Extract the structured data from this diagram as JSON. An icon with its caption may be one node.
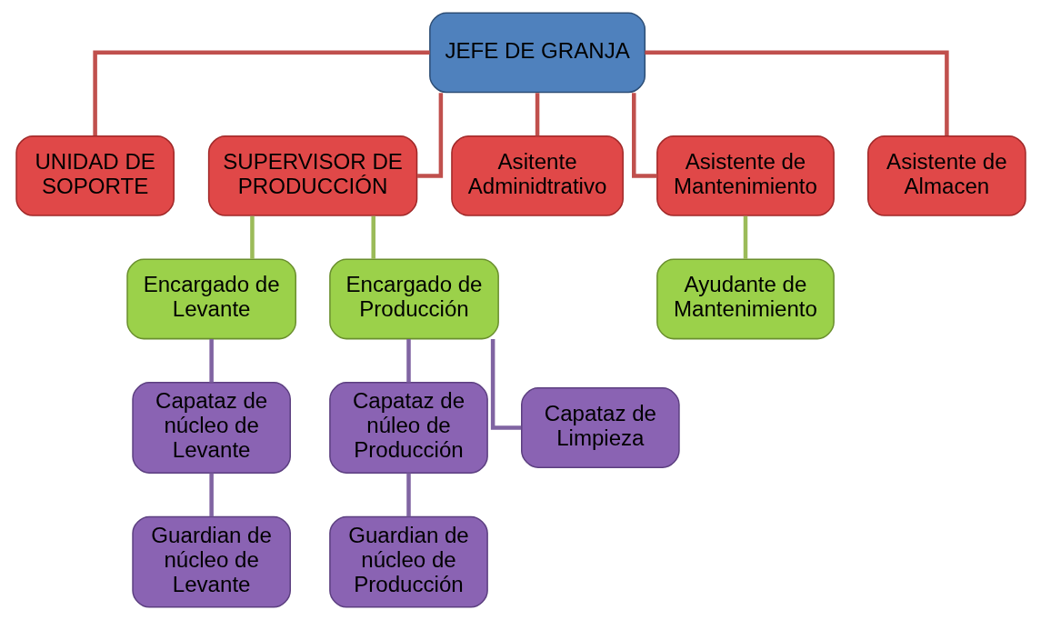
{
  "diagram": {
    "nodes": [
      {
        "text": [
          "JEFE DE GRANJA"
        ]
      },
      {
        "text": [
          "UNIDAD DE SOPORTE"
        ]
      },
      {
        "text": [
          "SUPERVISOR DE PRODUCCIÓN"
        ]
      },
      {
        "text": [
          "Asitente Adminidtrativo"
        ]
      },
      {
        "text": [
          "Asistente de Mantenimiento"
        ]
      },
      {
        "text": [
          "Asistente de Almacen"
        ]
      },
      {
        "text": [
          "Encargado de Levante"
        ]
      },
      {
        "text": [
          "Encargado de Producción"
        ]
      },
      {
        "text": [
          "Ayudante de Mantenimiento"
        ]
      },
      {
        "text": [
          "Capataz de núcleo de Levante"
        ]
      },
      {
        "text": [
          "Capataz de núleo de Producción"
        ]
      },
      {
        "text": [
          "Capataz de Limpieza"
        ]
      },
      {
        "text": [
          "Guardian de núcleo de Levante"
        ]
      },
      {
        "text": [
          "Guardian de núcleo de Producción"
        ]
      }
    ],
    "edges": [
      {
        "from": 0,
        "to": 1,
        "arrow": "none"
      },
      {
        "from": 0,
        "to": 2,
        "arrow": "none"
      },
      {
        "from": 0,
        "to": 3,
        "arrow": "none"
      },
      {
        "from": 0,
        "to": 4,
        "arrow": "none"
      },
      {
        "from": 0,
        "to": 5,
        "arrow": "none"
      },
      {
        "from": 2,
        "to": 6,
        "arrow": "none",
        "color": "#9bbb59"
      },
      {
        "from": 2,
        "to": 7,
        "arrow": "none",
        "color": "#9bbb59"
      },
      {
        "from": 4,
        "to": 8,
        "arrow": "none",
        "color": "#9bbb59"
      },
      {
        "from": 6,
        "to": 9,
        "arrow": "none",
        "color": "#8064a2"
      },
      {
        "from": 7,
        "to": 10,
        "arrow": "none",
        "color": "#8064a2"
      },
      {
        "from": 7,
        "to": 11,
        "arrow": "none",
        "color": "#8064a2"
      },
      {
        "from": 9,
        "to": 12,
        "arrow": "none",
        "color": "#8064a2"
      },
      {
        "from": 10,
        "to": 13,
        "arrow": "none",
        "color": "#8064a2"
      }
    ]
  }
}
